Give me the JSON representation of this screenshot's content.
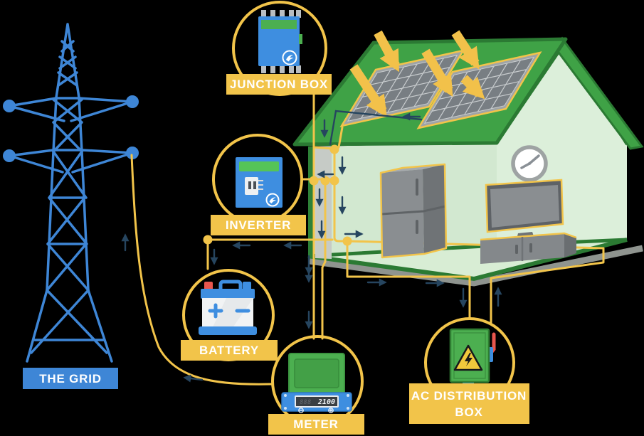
{
  "diagram": {
    "background": "#000000",
    "labels": {
      "junction_box": "JUNCTION BOX",
      "inverter": "INVERTER",
      "battery": "BATTERY",
      "meter": "METER",
      "ac_distribution_line1": "AC DISTRIBUTION",
      "ac_distribution_line2": "BOX",
      "the_grid": "THE GRID"
    },
    "meter_display": "2100",
    "meter_ghost": "888",
    "colors": {
      "accent_yellow": "#F2C44A",
      "grid_blue": "#3E86D6",
      "device_blue": "#3E8EE0",
      "flow_navy": "#26455F",
      "roof_green": "#3FA246",
      "trim_green": "#2B7A33",
      "wall_green": "#DCEFDA",
      "device_green": "#4CAF50",
      "warning_yellow": "#F2C93C"
    },
    "components": [
      {
        "id": "the-grid",
        "label": "THE GRID"
      },
      {
        "id": "junction-box",
        "label": "JUNCTION BOX"
      },
      {
        "id": "inverter",
        "label": "INVERTER"
      },
      {
        "id": "battery",
        "label": "BATTERY"
      },
      {
        "id": "meter",
        "label": "METER"
      },
      {
        "id": "ac-distribution-box",
        "label": "AC DISTRIBUTION BOX"
      }
    ]
  }
}
